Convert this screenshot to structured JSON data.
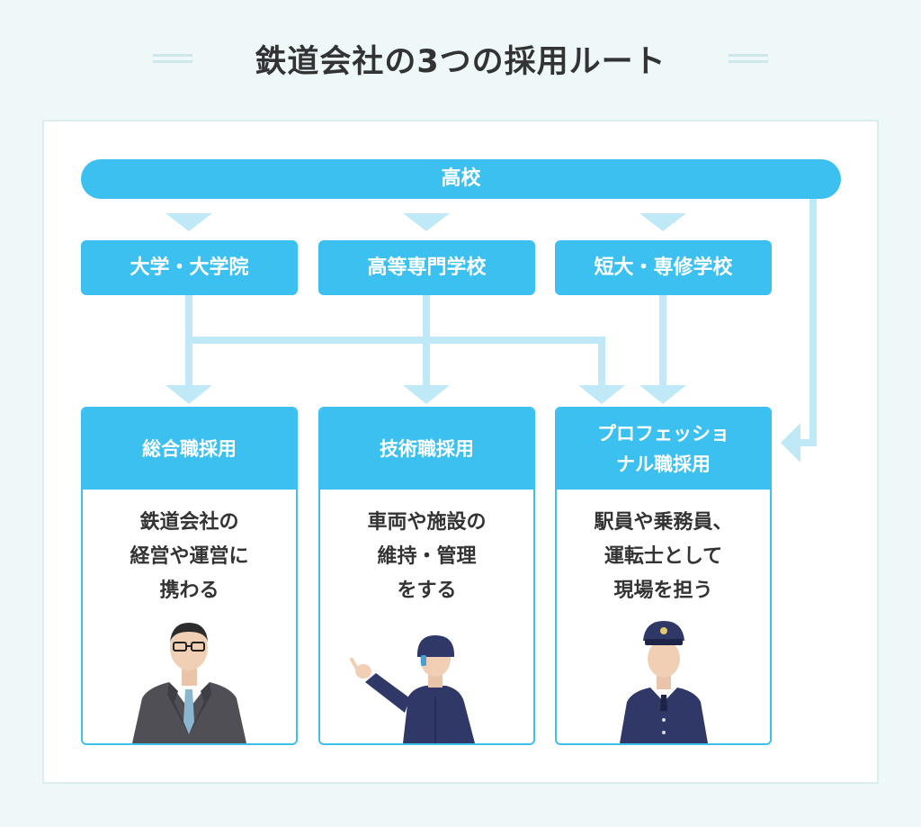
{
  "title": "鉄道会社の3つの採用ルート",
  "top": {
    "label": "高校"
  },
  "schools": [
    {
      "label": "大学・大学院"
    },
    {
      "label": "高等専門学校"
    },
    {
      "label": "短大・専修学校"
    }
  ],
  "routes": [
    {
      "head": "総合職採用",
      "desc": "鉄道会社の\n経営や運営に\n携わる",
      "figure": "businessman-figure"
    },
    {
      "head": "技術職採用",
      "desc": "車両や施設の\n維持・管理\nをする",
      "figure": "technician-figure"
    },
    {
      "head": "プロフェッショ\nナル職採用",
      "desc": "駅員や乗務員、\n運転士として\n現場を担う",
      "figure": "station-staff-figure"
    }
  ],
  "colors": {
    "accent": "#3cc0ef",
    "connector": "#bfe9f6",
    "background": "#eef8f9"
  }
}
